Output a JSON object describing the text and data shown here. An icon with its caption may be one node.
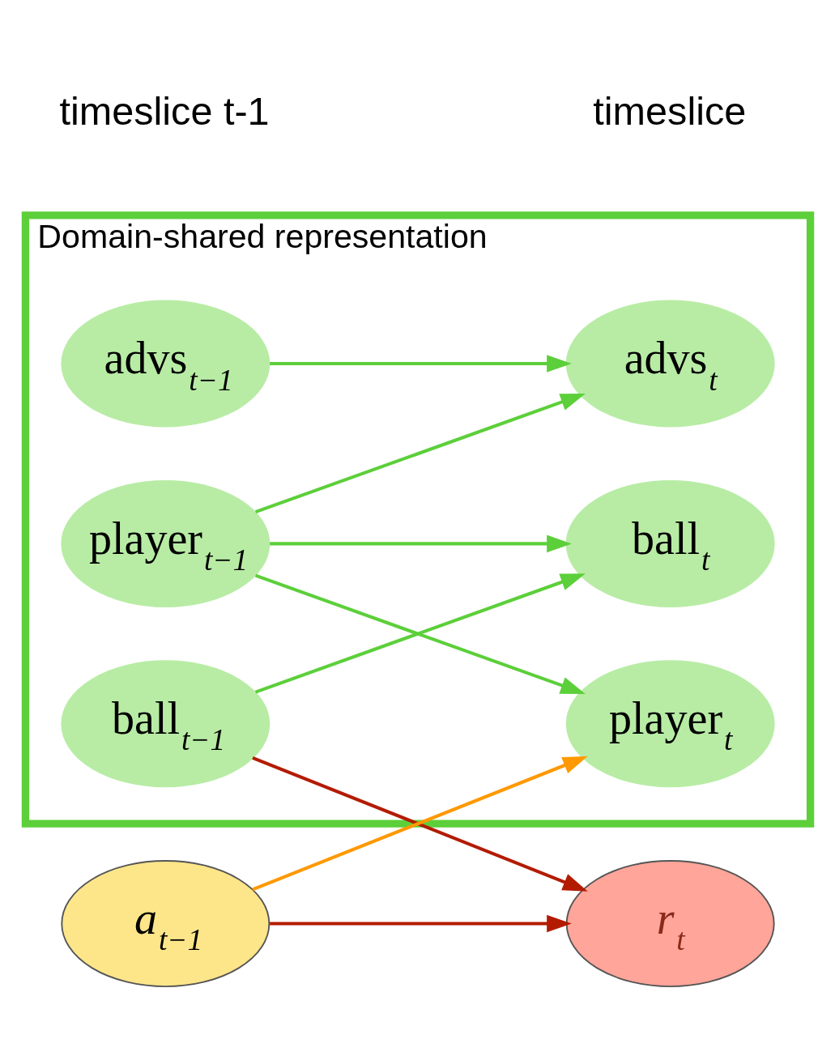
{
  "diagram": {
    "nodes": [
      {
        "text": [
          "Domain-shared representation"
        ]
      },
      {
        "text": [
          "player$_{t−1}$"
        ],
        "in": 0
      },
      {
        "text": [
          "player$_{t}$"
        ],
        "in": 0
      },
      {
        "text": [
          "ball$_{t−1}$"
        ],
        "in": 0
      },
      {
        "text": [
          "ball$_{t}$"
        ],
        "in": 0
      },
      {
        "text": [
          "advs$_{t−1}$"
        ],
        "in": 0
      },
      {
        "text": [
          "advs$_{t}$"
        ],
        "in": 0
      },
      {
        "text": [
          "*a*$_{t−1}$"
        ]
      },
      {
        "text": [
          "*r*$_{t}$"
        ]
      }
    ],
    "edges": [
      {
        "from": 1,
        "to": 2,
        "arrow": "to"
      },
      {
        "from": 1,
        "to": 4,
        "arrow": "to"
      },
      {
        "from": 1,
        "to": 6,
        "arrow": "to"
      },
      {
        "from": 3,
        "to": 4,
        "arrow": "to"
      },
      {
        "from": 3,
        "to": 8,
        "arrow": "to",
        "color": "#b31b00"
      },
      {
        "from": 5,
        "to": 6,
        "arrow": "to"
      },
      {
        "from": 7,
        "to": 2,
        "arrow": "to",
        "color": "#ff9900"
      },
      {
        "from": 7,
        "to": 8,
        "arrow": "to",
        "color": "#b31b00"
      }
    ],
    "labels": [
      "timeslice t-1",
      "timeslice"
    ]
  }
}
